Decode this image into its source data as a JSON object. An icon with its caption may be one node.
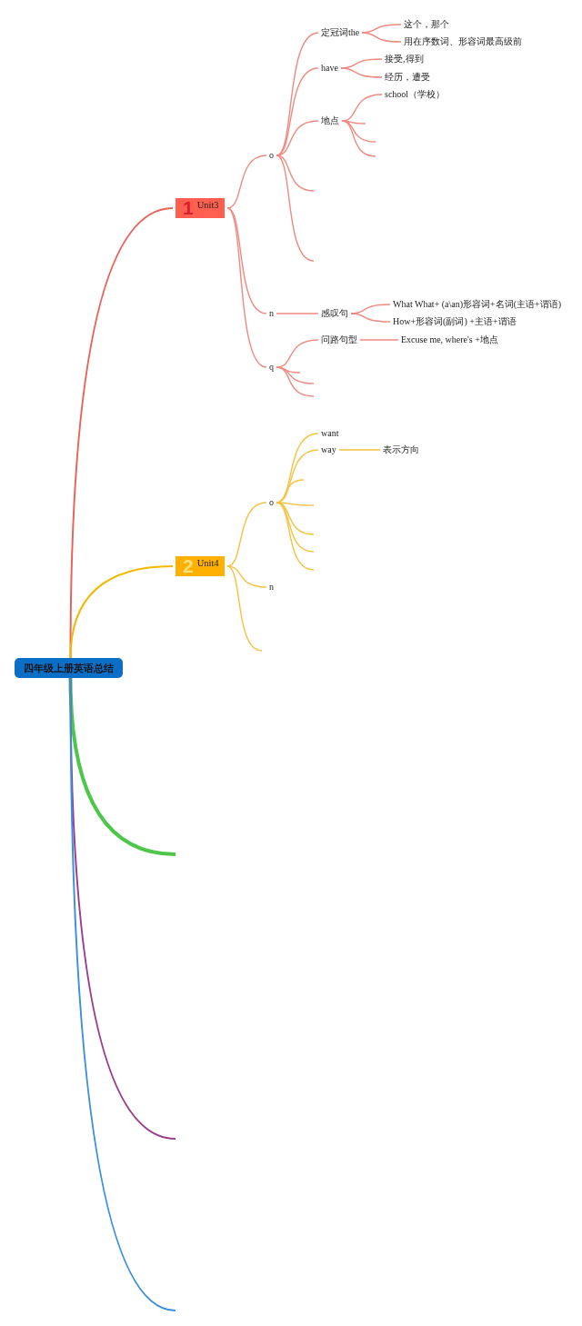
{
  "diagram": {
    "nodes": [
      {
        "text": [
          "四年级上册英语总结"
        ]
      },
      {
        "text": [
          "1",
          "Unit3"
        ]
      },
      {
        "text": [
          "o"
        ]
      },
      {
        "text": [
          "定冠词the"
        ]
      },
      {
        "text": [
          "这个，那个"
        ]
      },
      {
        "text": [
          "用在序数词、形容词最高级前"
        ]
      },
      {
        "text": [
          "have"
        ]
      },
      {
        "text": [
          "接受,得到"
        ]
      },
      {
        "text": [
          "经历，遭受"
        ]
      },
      {
        "text": [
          "地点"
        ]
      },
      {
        "text": [
          "school（学校）"
        ]
      },
      {
        "text": [
          "n"
        ]
      },
      {
        "text": [
          "感叹句"
        ]
      },
      {
        "text": [
          "What What+ (a\\an)形容词+名词(主语+谓语)"
        ]
      },
      {
        "text": [
          "How+形容词(副词) +主语+谓语"
        ]
      },
      {
        "text": [
          "q"
        ]
      },
      {
        "text": [
          "问路句型"
        ]
      },
      {
        "text": [
          "Excuse me, where's +地点"
        ]
      },
      {
        "text": [
          "2",
          "Unit4"
        ]
      },
      {
        "text": [
          "o"
        ]
      },
      {
        "text": [
          "want"
        ]
      },
      {
        "text": [
          "way"
        ]
      },
      {
        "text": [
          "表示方向"
        ]
      },
      {
        "text": [
          "n"
        ]
      }
    ],
    "edges": [
      {
        "from": 0,
        "to": 1,
        "arrow": "none",
        "color": "#e8645a"
      },
      {
        "from": 0,
        "to": 18,
        "arrow": "none",
        "color": "#f5b800"
      },
      {
        "from": 0,
        "to": null,
        "arrow": "none",
        "style": "thick",
        "color": "#4cc74a"
      },
      {
        "from": 0,
        "to": null,
        "arrow": "none",
        "color": "#9b3d8c"
      },
      {
        "from": 0,
        "to": null,
        "arrow": "none",
        "color": "#3b8ee0"
      },
      {
        "from": 1,
        "to": 2,
        "arrow": "none",
        "color": "#f08a80"
      },
      {
        "from": 1,
        "to": 11,
        "arrow": "none",
        "color": "#f08a80"
      },
      {
        "from": 1,
        "to": 15,
        "arrow": "none",
        "color": "#f08a80"
      },
      {
        "from": 2,
        "to": 3,
        "arrow": "none",
        "color": "#f08a80"
      },
      {
        "from": 2,
        "to": 6,
        "arrow": "none",
        "color": "#f08a80"
      },
      {
        "from": 2,
        "to": 9,
        "arrow": "none",
        "color": "#f08a80"
      },
      {
        "from": 2,
        "to": null,
        "arrow": "none",
        "color": "#f08a80"
      },
      {
        "from": 2,
        "to": null,
        "arrow": "none",
        "color": "#f08a80"
      },
      {
        "from": 3,
        "to": 4,
        "arrow": "none",
        "color": "#f08a80"
      },
      {
        "from": 3,
        "to": 5,
        "arrow": "none",
        "color": "#f08a80"
      },
      {
        "from": 6,
        "to": 7,
        "arrow": "none",
        "color": "#f08a80"
      },
      {
        "from": 6,
        "to": 8,
        "arrow": "none",
        "color": "#f08a80"
      },
      {
        "from": 9,
        "to": 10,
        "arrow": "none",
        "color": "#f08a80"
      },
      {
        "from": 9,
        "to": null,
        "arrow": "none",
        "color": "#f08a80"
      },
      {
        "from": 9,
        "to": null,
        "arrow": "none",
        "color": "#f08a80"
      },
      {
        "from": 9,
        "to": null,
        "arrow": "none",
        "color": "#f08a80"
      },
      {
        "from": 11,
        "to": 12,
        "arrow": "none",
        "color": "#f08a80"
      },
      {
        "from": 12,
        "to": 13,
        "arrow": "none",
        "color": "#f08a80"
      },
      {
        "from": 12,
        "to": 14,
        "arrow": "none",
        "color": "#f08a80"
      },
      {
        "from": 15,
        "to": 16,
        "arrow": "none",
        "color": "#f08a80"
      },
      {
        "from": 15,
        "to": null,
        "arrow": "none",
        "color": "#f08a80"
      },
      {
        "from": 15,
        "to": null,
        "arrow": "none",
        "color": "#f08a80"
      },
      {
        "from": 15,
        "to": null,
        "arrow": "none",
        "color": "#f08a80"
      },
      {
        "from": 16,
        "to": 17,
        "arrow": "none",
        "color": "#f08a80"
      },
      {
        "from": 18,
        "to": 19,
        "arrow": "none",
        "color": "#f5c242"
      },
      {
        "from": 18,
        "to": 23,
        "arrow": "none",
        "color": "#f5c242"
      },
      {
        "from": 18,
        "to": null,
        "arrow": "none",
        "color": "#f5c242"
      },
      {
        "from": 19,
        "to": 20,
        "arrow": "none",
        "color": "#f5c242"
      },
      {
        "from": 19,
        "to": 21,
        "arrow": "none",
        "color": "#f5c242"
      },
      {
        "from": 19,
        "to": null,
        "arrow": "none",
        "color": "#f5c242"
      },
      {
        "from": 19,
        "to": null,
        "arrow": "none",
        "color": "#f5c242"
      },
      {
        "from": 19,
        "to": null,
        "arrow": "none",
        "color": "#f5c242"
      },
      {
        "from": 19,
        "to": null,
        "arrow": "none",
        "color": "#f5c242"
      },
      {
        "from": 19,
        "to": null,
        "arrow": "none",
        "color": "#f5c242"
      },
      {
        "from": 21,
        "to": 22,
        "arrow": "none",
        "color": "#f5c242"
      }
    ]
  }
}
